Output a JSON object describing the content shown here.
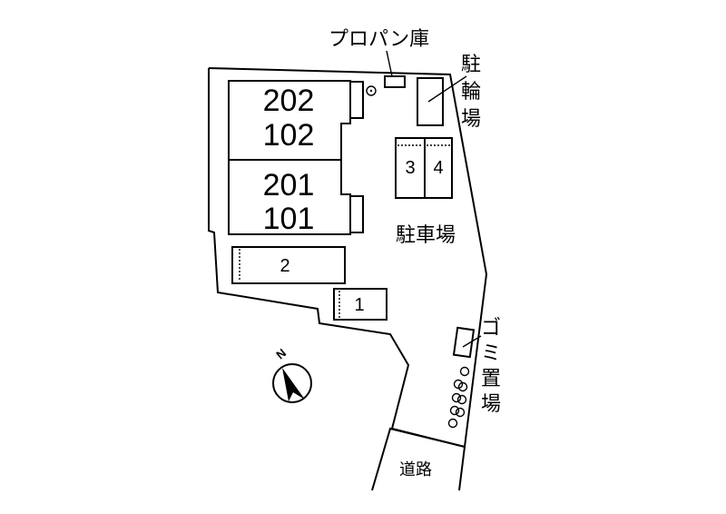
{
  "units": {
    "upper_a": "202",
    "lower_a": "102",
    "upper_b": "201",
    "lower_b": "101"
  },
  "parking_slots": [
    "1",
    "2",
    "3",
    "4"
  ],
  "labels": {
    "propane": "プロパン庫",
    "bicycle": [
      "駐",
      "輪",
      "場"
    ],
    "parking": "駐車場",
    "garbage": [
      "ゴ",
      "ミ",
      "置",
      "場"
    ],
    "road": "道路",
    "north": "N"
  },
  "colors": {
    "line": "#000000",
    "background": "#ffffff"
  }
}
